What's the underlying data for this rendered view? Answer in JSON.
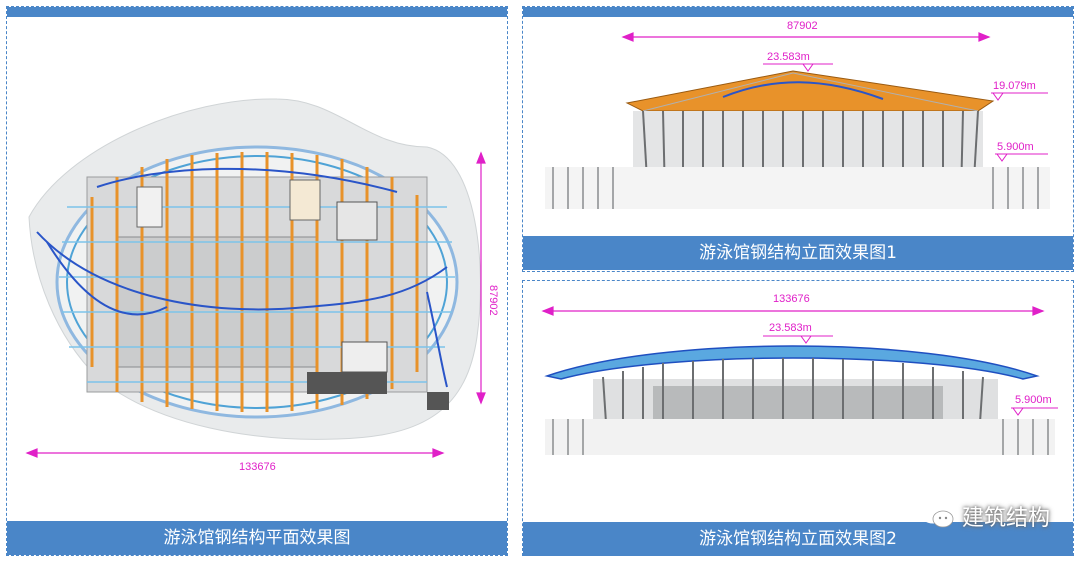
{
  "left_panel": {
    "caption": "游泳馆钢结构平面效果图",
    "dim_horizontal": "133676",
    "dim_vertical": "87902"
  },
  "right_top_panel": {
    "caption": "游泳馆钢结构立面效果图1",
    "dim_horizontal": "87902",
    "level_top": "23.583m",
    "level_eave": "19.079m",
    "level_base": "5.900m"
  },
  "right_bottom_panel": {
    "caption": "游泳馆钢结构立面效果图2",
    "dim_horizontal": "133676",
    "level_top": "23.583m",
    "level_base": "5.900m"
  },
  "watermark": {
    "text": "建筑结构",
    "icon": "wechat-icon"
  },
  "colors": {
    "accent_blue": "#4a86c8",
    "dimension_magenta": "#e020c8",
    "roof_orange": "#e8922a",
    "steel_blue": "#2a55c8"
  }
}
